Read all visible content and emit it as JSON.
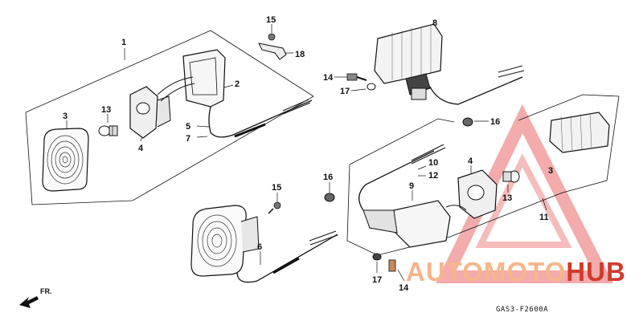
{
  "callouts": {
    "c1": "1",
    "c2": "2",
    "c3a": "3",
    "c3b": "3",
    "c4a": "4",
    "c4b": "4",
    "c5": "5",
    "c6": "6",
    "c7": "7",
    "c8": "8",
    "c9": "9",
    "c10": "10",
    "c11": "11",
    "c12": "12",
    "c13a": "13",
    "c13b": "13",
    "c14a": "14",
    "c14b": "14",
    "c15a": "15",
    "c15b": "15",
    "c16a": "16",
    "c16b": "16",
    "c17a": "17",
    "c17b": "17",
    "c18": "18"
  },
  "direction_label": "FR.",
  "diagram_code": "GAS3-F2600A",
  "watermark": {
    "part1": "AUTOMOTO",
    "part2": "HUB",
    "color_light": "#f6b68a",
    "color_dark": "#d03a2a"
  }
}
